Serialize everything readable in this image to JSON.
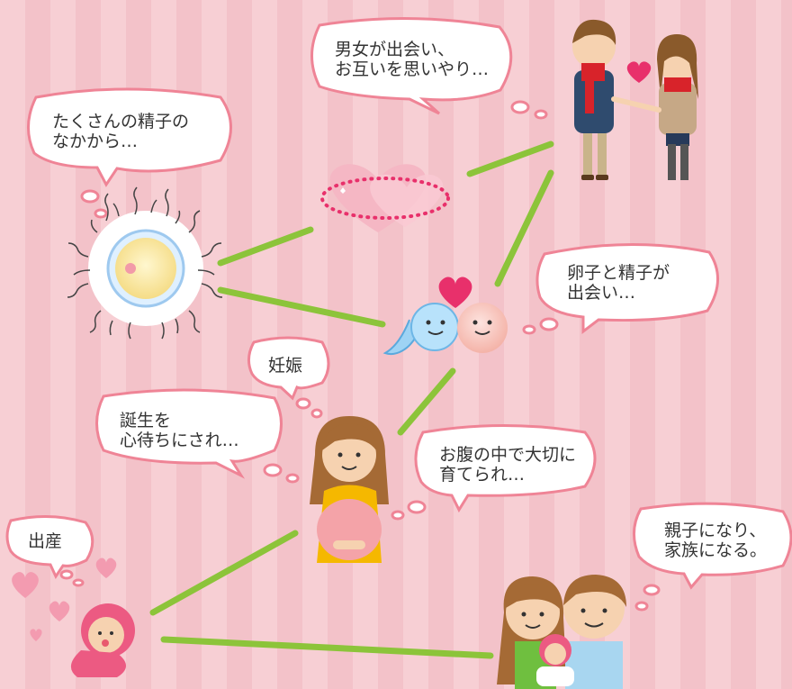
{
  "bubbles": {
    "sperm": "たくさんの精子の\nなかから…",
    "meet": "男女が出会い、\nお互いを思いやり…",
    "egg_meet": "卵子と精子が\n出会い…",
    "pregnancy": "妊娠",
    "waiting": "誕生を\n心待ちにされ…",
    "womb": "お腹の中で大切に\n育てられ…",
    "birth": "出産",
    "family": "親子になり、\n家族になる。"
  },
  "colors": {
    "line": "#8cc43a",
    "bubble_border": "#ef8496",
    "heart": "#e8306b"
  }
}
